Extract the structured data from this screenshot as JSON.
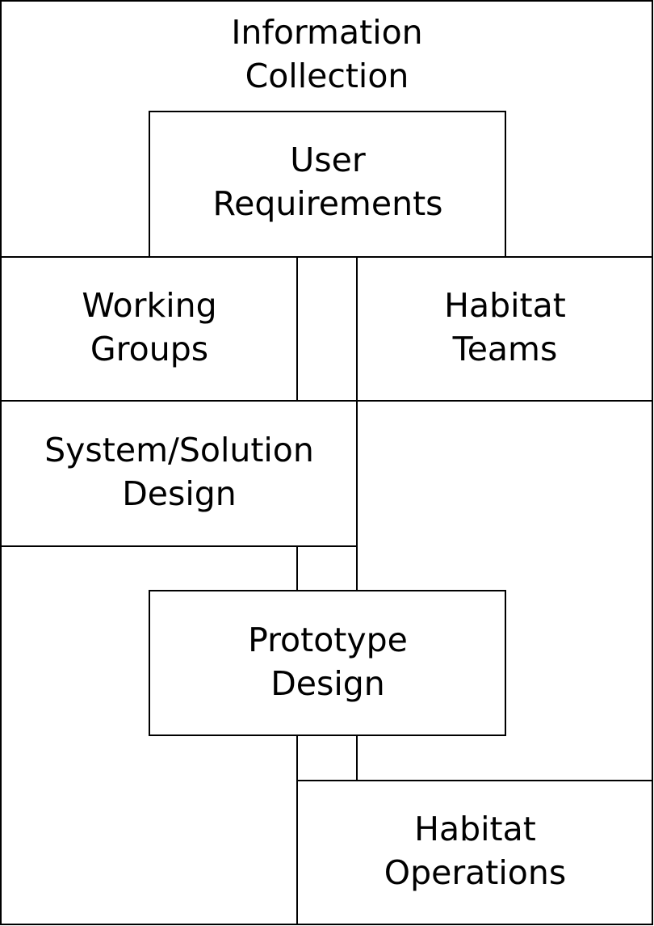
{
  "boxes": {
    "information_collection": {
      "line1": "Information",
      "line2": "Collection"
    },
    "user_requirements": {
      "line1": "User",
      "line2": "Requirements"
    },
    "working_groups": {
      "line1": "Working",
      "line2": "Groups"
    },
    "habitat_teams": {
      "line1": "Habitat",
      "line2": "Teams"
    },
    "system_solution_design": {
      "line1": "System/Solution",
      "line2": "Design"
    },
    "prototype_design": {
      "line1": "Prototype",
      "line2": "Design"
    },
    "habitat_operations": {
      "line1": "Habitat",
      "line2": "Operations"
    }
  },
  "colors": {
    "stroke": "#000000",
    "background": "#ffffff",
    "text": "#000000"
  }
}
